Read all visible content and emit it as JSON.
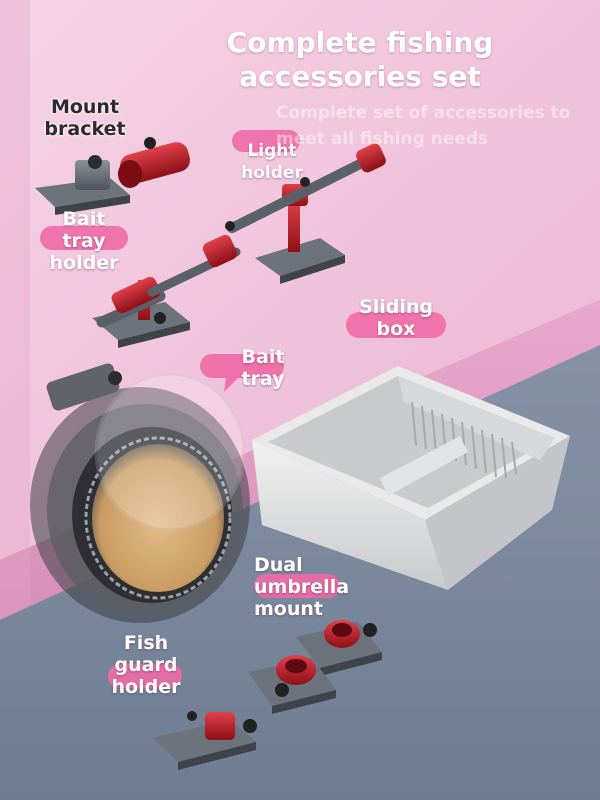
{
  "title_line1": "Complete fishing",
  "title_line2": "accessories set",
  "subtitle_line1": "Complete set of accessories to",
  "subtitle_line2": "meet all fishing needs",
  "labels": {
    "mount_bracket": [
      "Mount",
      "bracket"
    ],
    "light_holder": [
      "Light",
      "holder"
    ],
    "bait_tray_holder": [
      "Bait",
      "tray",
      "holder"
    ],
    "sliding_box": [
      "Sliding",
      "box"
    ],
    "bait_tray": [
      "Bait",
      "tray"
    ],
    "dual_umbrella_mount": [
      "Dual",
      "umbrella",
      "mount"
    ],
    "fish_guard_holder": [
      "Fish",
      "guard",
      "holder"
    ]
  },
  "colors": {
    "pink_top": "#f3c3df",
    "pink_wall": "#e8a6cc",
    "floor": "#7f8ea4",
    "accent_red": "#c0202a",
    "pill": "#ef6aa6"
  }
}
